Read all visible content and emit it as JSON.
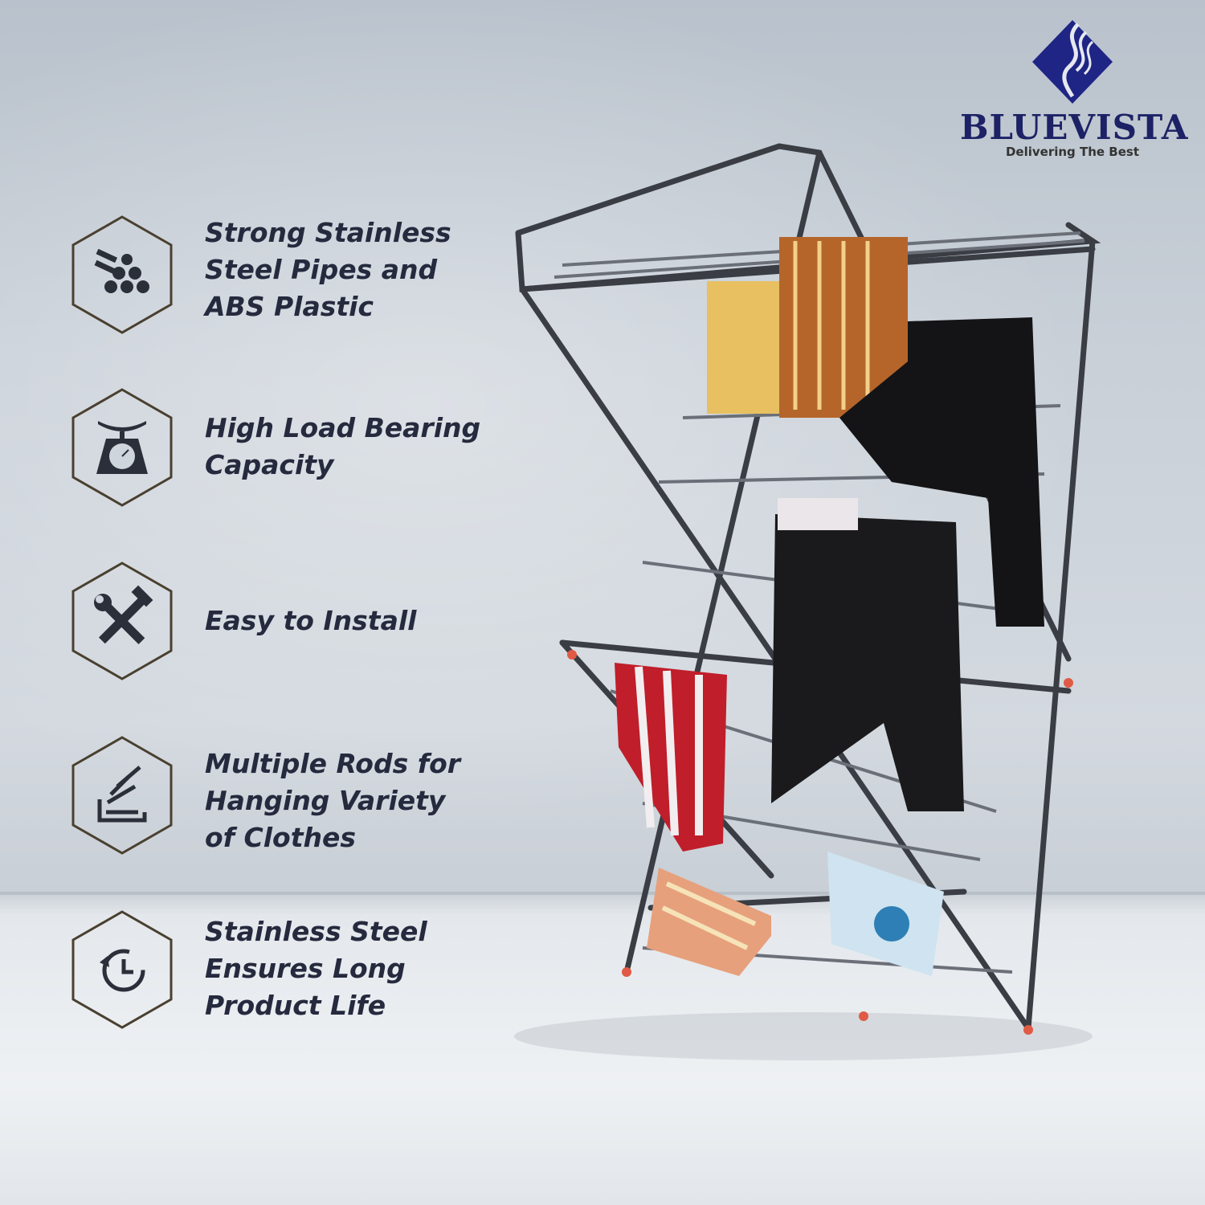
{
  "brand": {
    "name": "BLUEVISTA",
    "tagline": "Delivering The Best",
    "color": "#1d2266"
  },
  "features": [
    {
      "icon": "pipes-icon",
      "lines": [
        "Strong Stainless",
        "Steel Pipes and",
        "ABS Plastic"
      ]
    },
    {
      "icon": "weighing-scale-icon",
      "lines": [
        "High Load Bearing",
        "Capacity"
      ]
    },
    {
      "icon": "tools-icon",
      "lines": [
        "Easy to Install"
      ]
    },
    {
      "icon": "rods-icon",
      "lines": [
        "Multiple Rods for",
        "Hanging Variety",
        "of Clothes"
      ]
    },
    {
      "icon": "clock-icon",
      "lines": [
        "Stainless Steel",
        "Ensures Long",
        "Product Life"
      ]
    }
  ]
}
